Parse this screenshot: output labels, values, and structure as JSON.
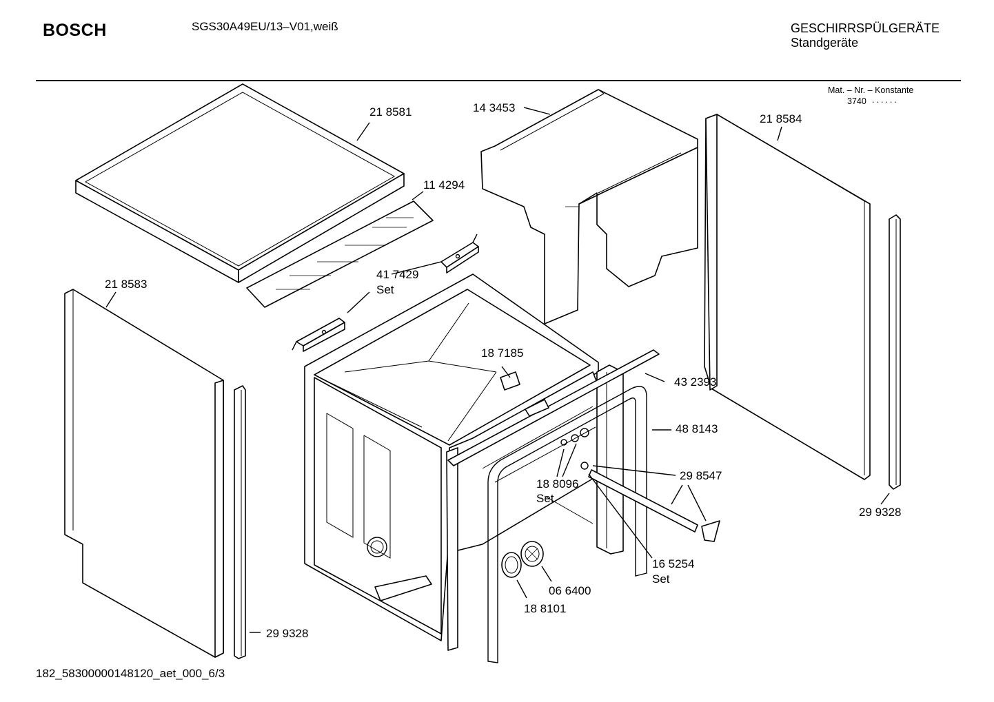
{
  "header": {
    "brand": "BOSCH",
    "model": "SGS30A49EU/13–V01,weiß",
    "category": "GESCHIRRSPÜLGERÄTE",
    "subcategory": "Standgeräte",
    "mat_label": "Mat. – Nr. – Konstante",
    "mat_value": "3740",
    "mat_dots": "......"
  },
  "parts": [
    {
      "number": "21 8581"
    },
    {
      "number": "14 3453"
    },
    {
      "number": "21 8584"
    },
    {
      "number": "11 4294"
    },
    {
      "number": "41 7429",
      "note": "Set"
    },
    {
      "number": "21 8583"
    },
    {
      "number": "18 7185"
    },
    {
      "number": "43 2393"
    },
    {
      "number": "48 8143"
    },
    {
      "number": "29 8547"
    },
    {
      "number": "18 8096",
      "note": "Set"
    },
    {
      "number": "29 9328"
    },
    {
      "number": "16 5254",
      "note": "Set"
    },
    {
      "number": "06 6400"
    },
    {
      "number": "18 8101"
    },
    {
      "number": "29 9328"
    }
  ],
  "footer": {
    "code": "182_58300000148120_aet_000_6/3"
  }
}
